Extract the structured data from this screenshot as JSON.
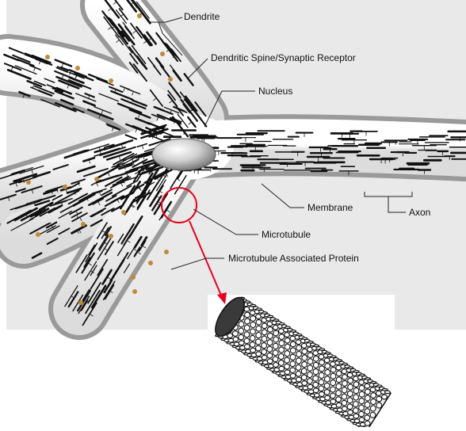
{
  "diagram": {
    "labels": {
      "dendrite": "Dendrite",
      "spine": "Dendritic Spine/Synaptic Receptor",
      "nucleus": "Nucleus",
      "membrane": "Membrane",
      "axon": "Axon",
      "microtubule": "Microtubule",
      "map": "Microtubule Associated Protein"
    },
    "colors": {
      "background_panel": "#e9e9e9",
      "cytoplasm": "#ffffff",
      "membrane": "#9a9a9a",
      "fiber": "#111111",
      "spine": "#c08a3a",
      "nucleus": "#bdbdbd",
      "highlight_circle": "#e8001c",
      "arrow": "#e8001c"
    }
  }
}
